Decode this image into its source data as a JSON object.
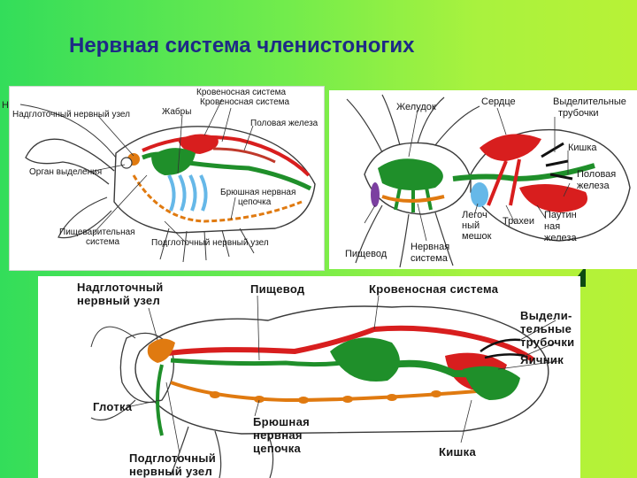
{
  "title": "Нервная система членистоногих",
  "corner_letter": "Н",
  "colors": {
    "nervous": "#e07a10",
    "circulatory": "#d81e1e",
    "digestive": "#1f8f2a",
    "gills": "#66b8e8",
    "outline": "#3a3a3a"
  },
  "crayfish": {
    "labels": {
      "circ1": "Кровеносная система",
      "circ2": "Кровеносная система",
      "supra": "Надглоточный нервный узел",
      "gills": "Жабры",
      "gonad": "Половая железа",
      "excretory": "Орган выделения",
      "ventral1": "Брюшная нервная",
      "ventral2": "цепочка",
      "digestive1": "Пищеварительная",
      "digestive2": "система",
      "sub": "Подглоточный нервный узел"
    }
  },
  "spider": {
    "labels": {
      "stomach": "Желудок",
      "heart": "Сердце",
      "tubules1": "Выделительные",
      "tubules2": "трубочки",
      "intestine": "Кишка",
      "gonad1": "Половая",
      "gonad2": "железа",
      "lung1": "Легоч",
      "lung2": "ный",
      "lung3": "мешок",
      "trachea": "Трахеи",
      "spinning1": "Паутин",
      "spinning2": "ная",
      "spinning3": "железа",
      "esophagus": "Пищевод",
      "nervous1": "Нервная",
      "nervous2": "система"
    }
  },
  "insect": {
    "labels": {
      "supra1": "Надглоточный",
      "supra2": "нервный узел",
      "esophagus": "Пищевод",
      "circ": "Кровеносная система",
      "tubules1": "Выдели-",
      "tubules2": "тельные",
      "tubules3": "трубочки",
      "ovary": "Яичник",
      "pharynx": "Глотка",
      "ventral1": "Брюшная",
      "ventral2": "нервная",
      "ventral3": "цепочка",
      "intestine": "Кишка",
      "sub1": "Подглоточный",
      "sub2": "нервный узел"
    }
  }
}
